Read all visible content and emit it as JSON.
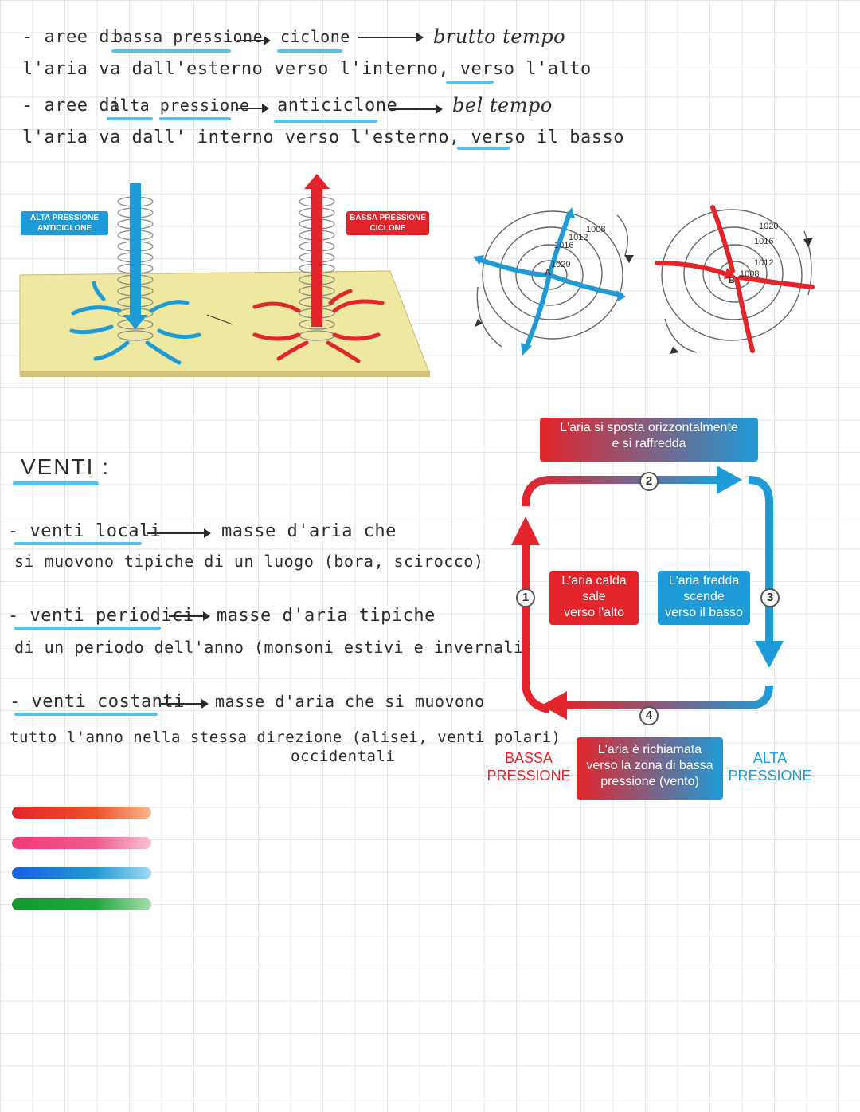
{
  "notes": {
    "line1": {
      "a": "- aree di",
      "b": "bassa pressione",
      "c": "ciclone",
      "d": "brutto tempo"
    },
    "line2": "l'aria va dall'esterno verso l'interno, verso l'alto",
    "line3": {
      "a": "- aree di",
      "b": "alta pressione",
      "c": "anticiclone",
      "d": "bel tempo"
    },
    "line4": "l'aria va dall' interno verso l'esterno, verso il basso"
  },
  "diagram1": {
    "tag_alta": "ALTA PRESSIONE\nANTICICLONE",
    "tag_bassa": "BASSA PRESSIONE\nCICLONE"
  },
  "isobar_maps": {
    "left": {
      "center": "A",
      "labels": [
        "1020",
        "1016",
        "1012",
        "1008"
      ]
    },
    "right": {
      "center": "B",
      "labels": [
        "1020",
        "1016",
        "1012",
        "1008"
      ]
    }
  },
  "venti": {
    "title": "VENTI :",
    "locali": {
      "label": "- venti locali",
      "desc": "masse d'aria che",
      "desc2": "si muovono tipiche di un luogo (bora, scirocco)"
    },
    "periodici": {
      "label": "- venti periodici",
      "desc": "masse d'aria tipiche",
      "desc2": "di un periodo dell'anno (monsoni estivi e invernali)"
    },
    "costanti": {
      "label": "- venti costanti",
      "desc": "masse d'aria che si muovono",
      "desc2": "tutto l'anno nella stessa direzione (alisei, venti polari)",
      "desc3": "occidentali"
    }
  },
  "cycle": {
    "top": "L'aria si sposta orizzontalmente\ne si raffredda",
    "left": "L'aria calda\nsale\nverso l'alto",
    "right": "L'aria fredda\nscende\nverso il basso",
    "bottom": "L'aria è richiamata\nverso la zona di bassa\npressione (vento)",
    "bassa": "BASSA\nPRESSIONE",
    "alta": "ALTA\nPRESSIONE",
    "n1": "1",
    "n2": "2",
    "n3": "3",
    "n4": "4"
  },
  "colors": {
    "red": "#e3242b",
    "blue": "#1e9bd7",
    "pink": "#f0397a",
    "green": "#22a83a"
  }
}
